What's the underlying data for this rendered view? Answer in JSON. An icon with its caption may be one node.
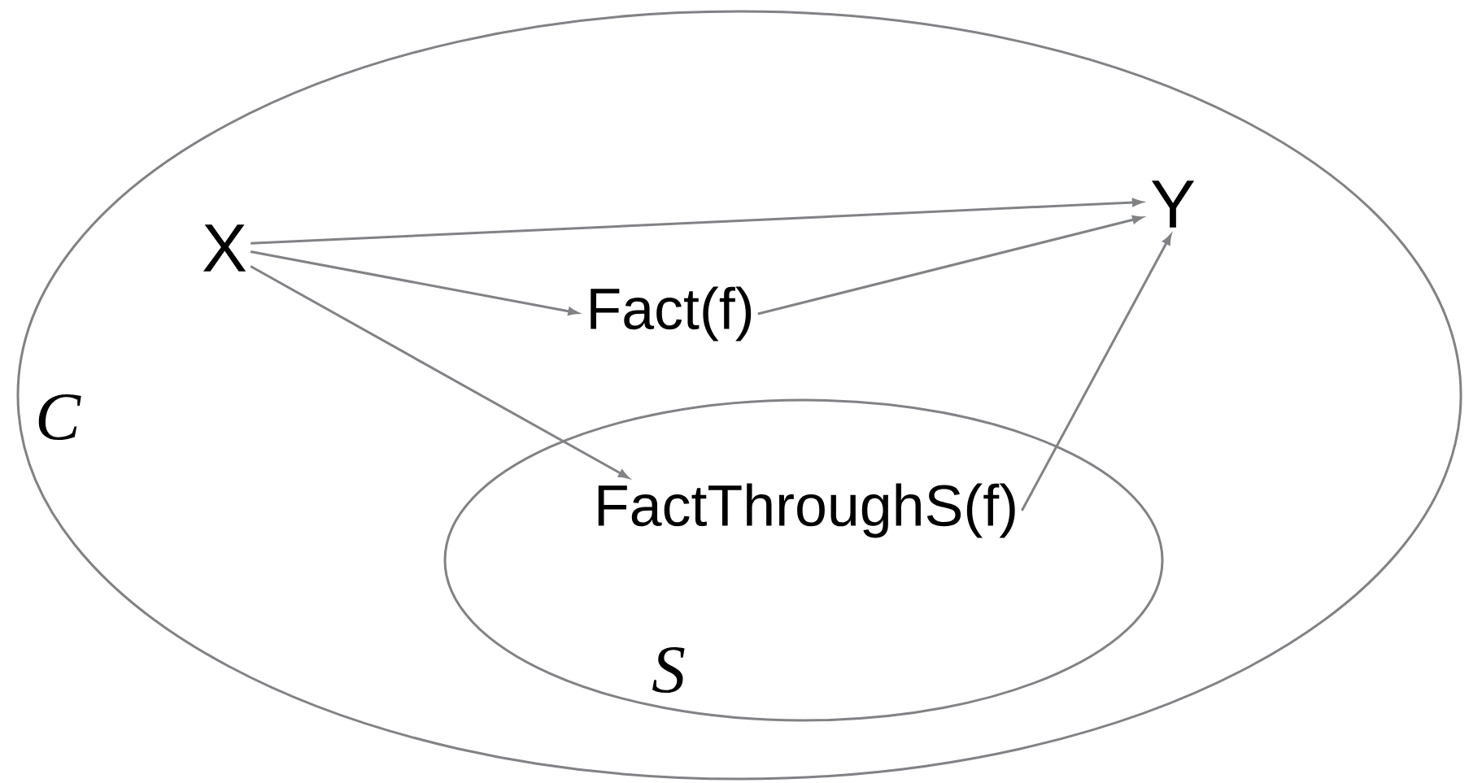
{
  "diagram": {
    "nodes": [
      {
        "text": [
          "C"
        ]
      },
      {
        "text": [
          "X"
        ],
        "in": 0
      },
      {
        "text": [
          "Y"
        ],
        "in": 0
      },
      {
        "text": [
          "Fact(f)"
        ],
        "in": 0
      },
      {
        "text": [
          "S"
        ],
        "in": 0
      },
      {
        "text": [
          "FactThroughS(f)"
        ],
        "in": 4
      }
    ],
    "edges": [
      {
        "from": 1,
        "to": 2,
        "arrow": "to"
      },
      {
        "from": 1,
        "to": 3,
        "arrow": "to"
      },
      {
        "from": 3,
        "to": 2,
        "arrow": "to"
      },
      {
        "from": 1,
        "to": 5,
        "arrow": "to"
      },
      {
        "from": 5,
        "to": 2,
        "arrow": "to"
      }
    ]
  }
}
